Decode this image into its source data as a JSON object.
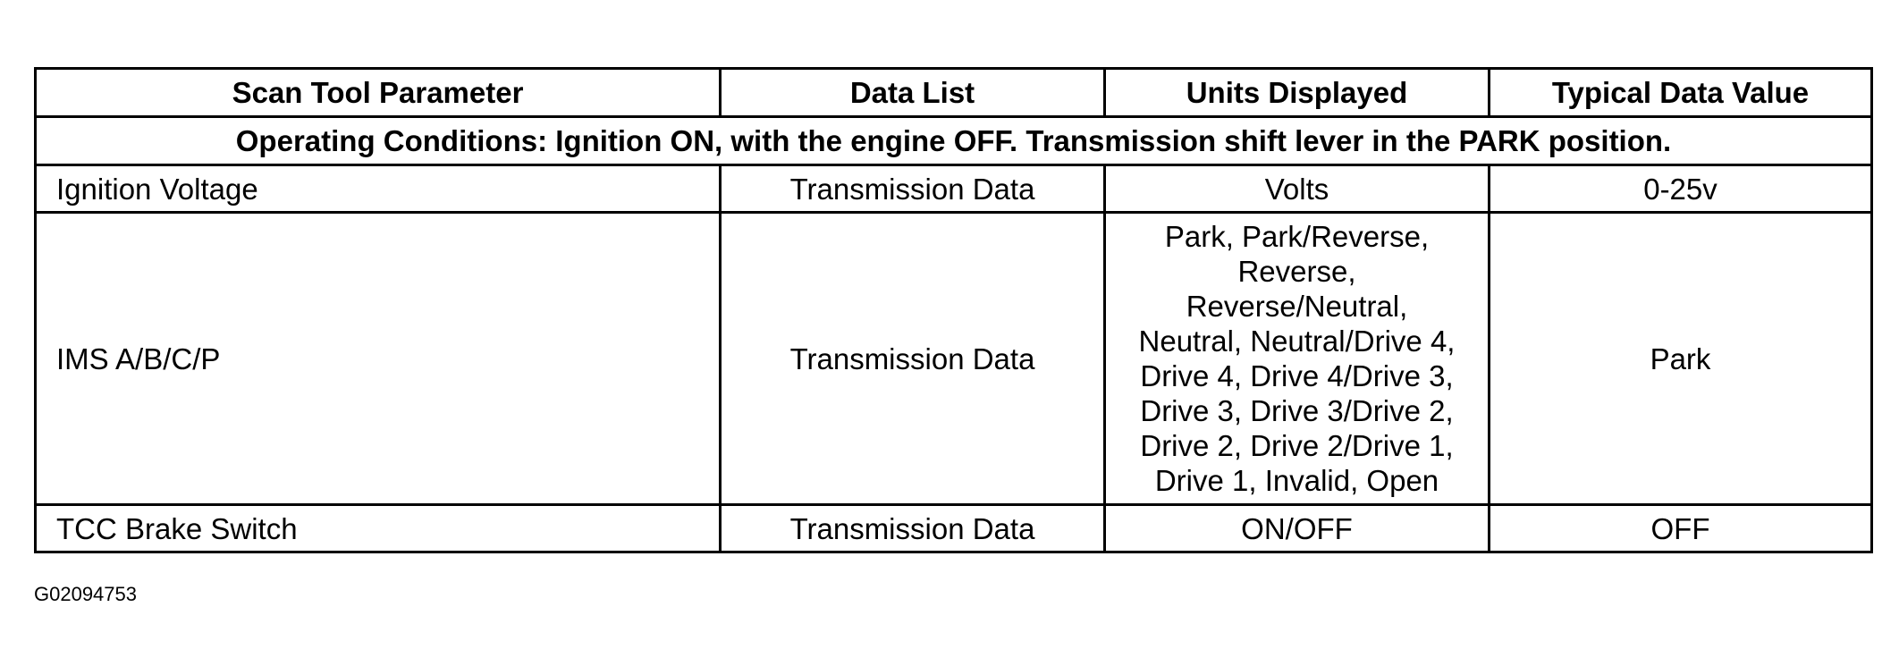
{
  "table": {
    "headers": [
      "Scan Tool Parameter",
      "Data List",
      "Units Displayed",
      "Typical Data Value"
    ],
    "conditions": "Operating Conditions: Ignition ON, with the engine OFF. Transmission shift lever in the PARK position.",
    "rows": [
      {
        "parameter": "Ignition Voltage",
        "data_list": "Transmission Data",
        "units": [
          "Volts"
        ],
        "typical": "0-25v"
      },
      {
        "parameter": "IMS A/B/C/P",
        "data_list": "Transmission Data",
        "units": [
          "Park, Park/Reverse,",
          "Reverse,",
          "Reverse/Neutral,",
          "Neutral, Neutral/Drive 4,",
          "Drive 4, Drive 4/Drive 3,",
          "Drive 3, Drive 3/Drive 2,",
          "Drive 2, Drive 2/Drive 1,",
          "Drive 1, Invalid, Open"
        ],
        "typical": "Park"
      },
      {
        "parameter": "TCC Brake Switch",
        "data_list": "Transmission Data",
        "units": [
          "ON/OFF"
        ],
        "typical": "OFF"
      }
    ]
  },
  "figure_id": "G02094753"
}
